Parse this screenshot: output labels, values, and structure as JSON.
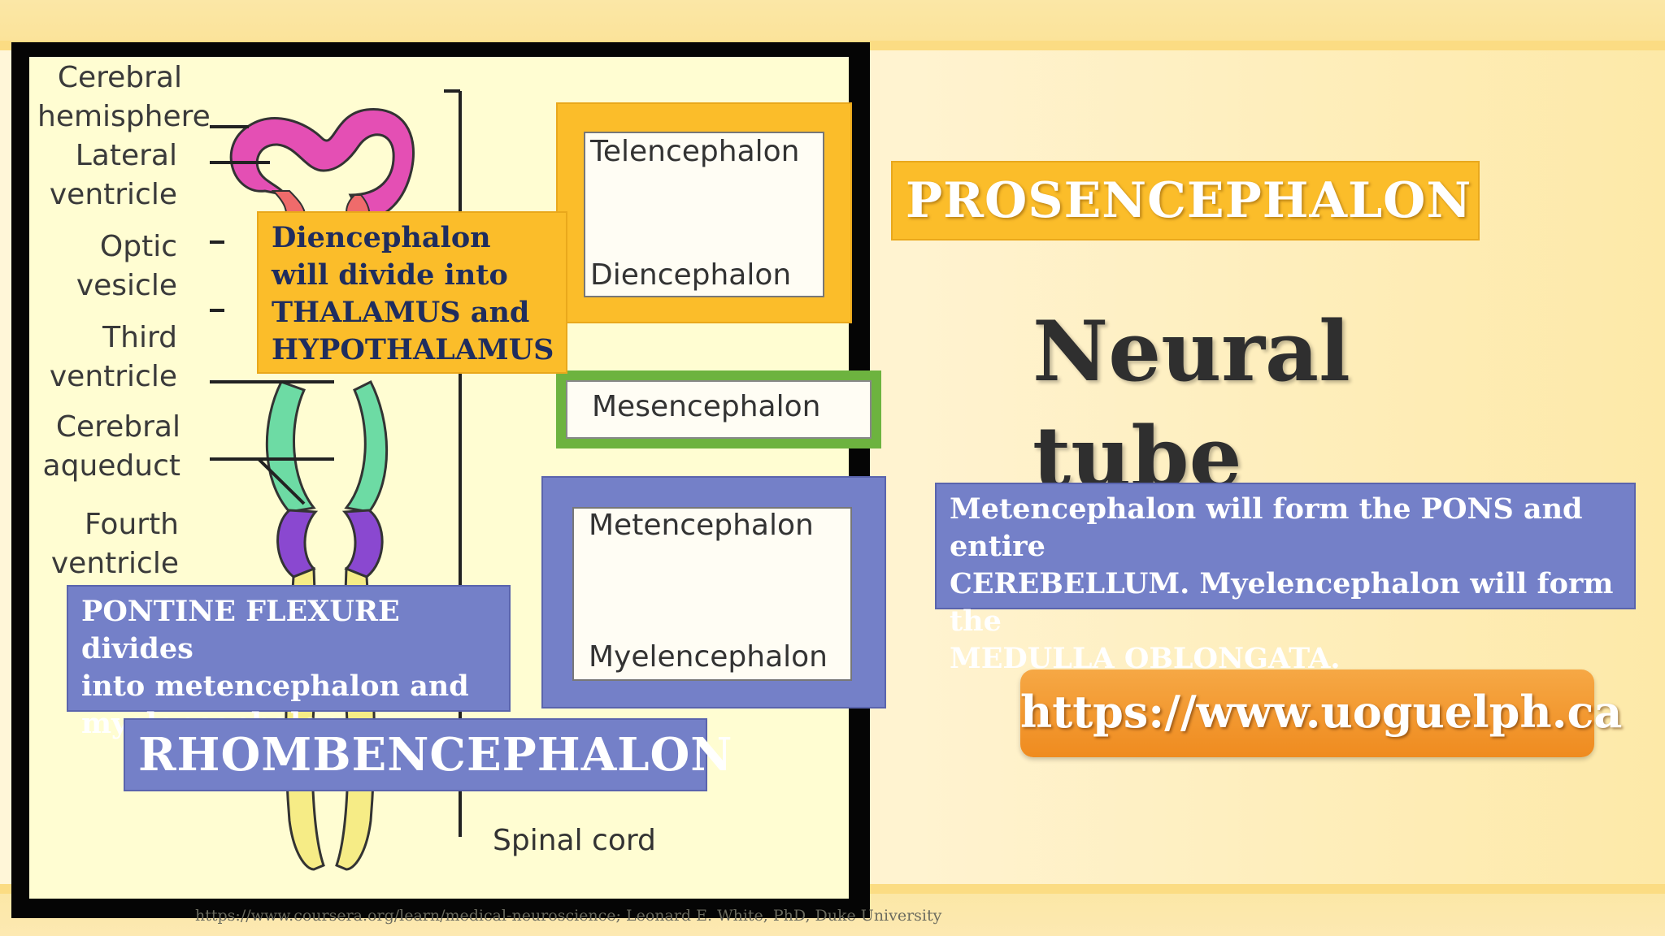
{
  "diagram": {
    "labels": {
      "cerebral_hemisphere": [
        "Cerebral",
        "hemisphere"
      ],
      "lateral_ventricle": [
        "Lateral",
        "ventricle"
      ],
      "optic_vesicle": [
        "Optic",
        "vesicle"
      ],
      "third_ventricle": [
        "Third",
        "ventricle"
      ],
      "cerebral_aqueduct": [
        "Cerebral",
        "aqueduct"
      ],
      "fourth_ventricle": [
        "Fourth",
        "ventricle"
      ]
    },
    "divisions": {
      "telencephalon": "Telencephalon",
      "diencephalon": "Diencephalon",
      "mesencephalon": "Mesencephalon",
      "metencephalon": "Metencephalon",
      "myelencephalon": "Myelencephalon",
      "spinal_cord": "Spinal cord"
    },
    "credit": "https://www.coursera.org/learn/medical-neuroscience; Leonard E. White, PhD, Duke University"
  },
  "callouts": {
    "diencephalon_note": [
      "Diencephalon",
      "will divide into",
      "THALAMUS and",
      "HYPOTHALAMUS"
    ],
    "pontine_note": [
      "PONTINE FLEXURE divides",
      "into metencephalon and",
      "myelencephalon."
    ],
    "rhombencephalon": "RHOMBENCEPHALON",
    "prosencephalon": "PROSENCEPHALON",
    "metencephalon_note": [
      "Metencephalon will form the PONS and entire",
      "CEREBELLUM. Myelencephalon will form the",
      "MEDULLA OBLONGATA."
    ]
  },
  "title": "Neural tube",
  "url_button": "https://www.uoguelph.ca",
  "colors": {
    "yellow": "#fbbd2a",
    "blue": "#7480c8",
    "green": "#6db33f",
    "orange": "#ef8b1f",
    "magenta": "#e04fb0",
    "teal": "#66d9a0",
    "purple": "#8a48d0",
    "cream": "#fffdd2"
  }
}
